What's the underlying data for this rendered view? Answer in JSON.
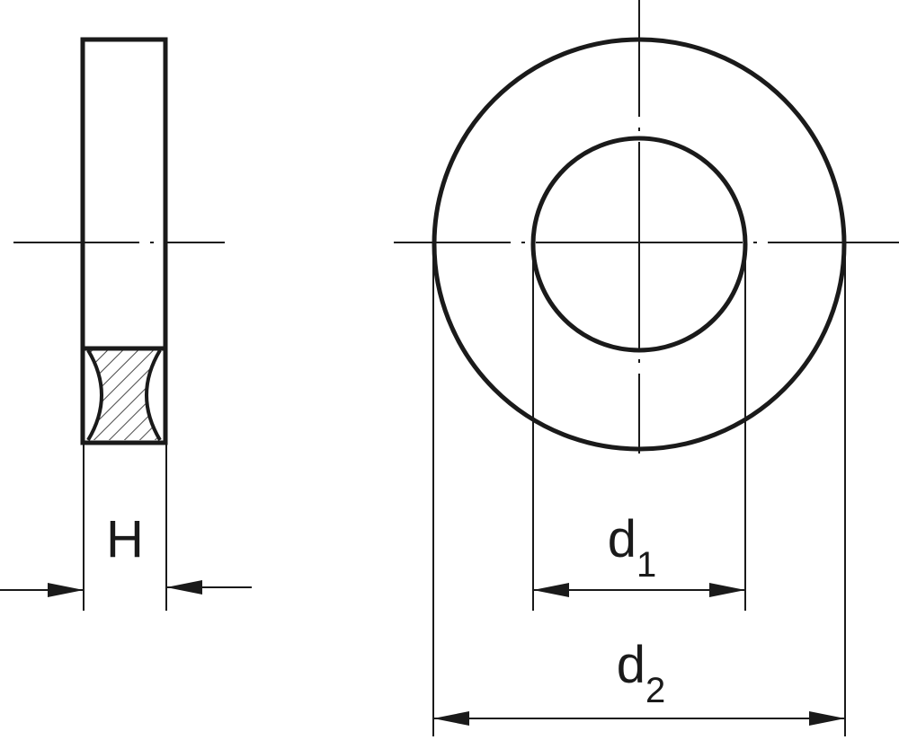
{
  "diagram": {
    "labels": {
      "thickness": "H",
      "inner_diameter_base": "d",
      "inner_diameter_sub": "1",
      "outer_diameter_base": "d",
      "outer_diameter_sub": "2"
    },
    "colors": {
      "line": "#1a1a1a",
      "background": "#ffffff"
    }
  }
}
